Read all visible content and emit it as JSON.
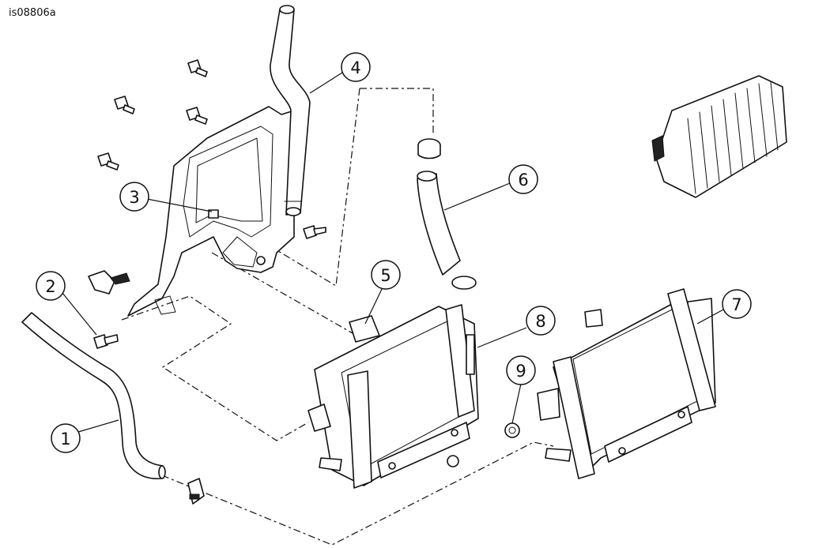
{
  "figure_id": "is08806a",
  "callouts": [
    "1",
    "2",
    "3",
    "4",
    "5",
    "6",
    "7",
    "8",
    "9"
  ]
}
